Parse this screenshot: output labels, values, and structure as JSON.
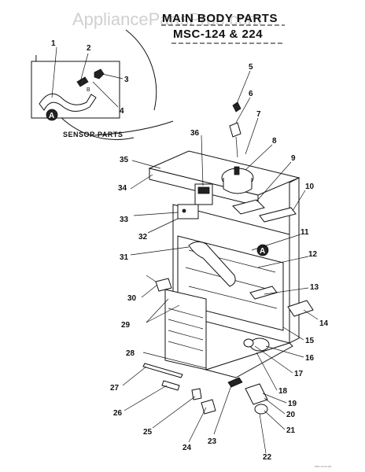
{
  "watermark": "AppliancePartsPros.com",
  "title": {
    "line1": "MAIN BODY PARTS",
    "line2": "MSC-124 & 224"
  },
  "sensor": {
    "label": "SENSOR PARTS",
    "badge": "A",
    "small_letter": "B"
  },
  "body_badge": "A",
  "callouts": [
    "1",
    "2",
    "3",
    "4",
    "5",
    "6",
    "7",
    "8",
    "9",
    "10",
    "11",
    "12",
    "13",
    "14",
    "15",
    "16",
    "17",
    "18",
    "19",
    "20",
    "21",
    "22",
    "23",
    "24",
    "25",
    "26",
    "27",
    "28",
    "29",
    "30",
    "31",
    "32",
    "33",
    "34",
    "35",
    "36"
  ],
  "footer_code": "MSC-124 & 224"
}
